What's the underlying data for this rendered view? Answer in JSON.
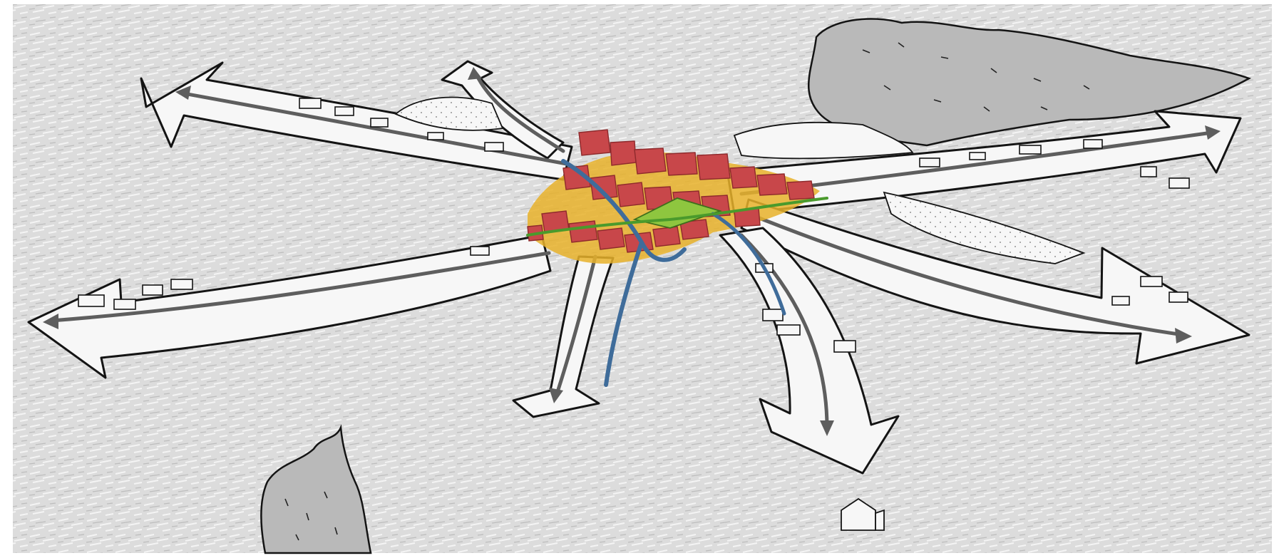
{
  "palette": {
    "paper": "#ffffff",
    "aerial": "#dcdcdc",
    "aerial_dark": "#c4c4c4",
    "woodland": "#b9b9b9",
    "corridor": "#f7f7f7",
    "ink": "#141414",
    "road": "#5e5e5e",
    "core_red": "#c8474a",
    "core_red_dark": "#8e2a2c",
    "halo_yellow": "#e8b22a",
    "river_blue": "#3f6c9a",
    "green_route": "#4a9a2c",
    "plaza_green": "#8ec63f"
  },
  "elements": {
    "corridors": [
      "northwest",
      "north",
      "east",
      "southeast-east",
      "southwest",
      "south",
      "southeast",
      "west"
    ],
    "woodland_areas": [
      "northeast",
      "southwest"
    ],
    "settlement_core": [
      "red-buildings",
      "yellow-halo",
      "green-plaza"
    ],
    "routes": [
      "blue-river",
      "green-route"
    ]
  }
}
